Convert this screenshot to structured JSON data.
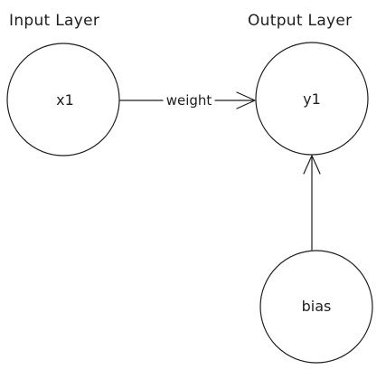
{
  "labels": {
    "input_layer": "Input Layer",
    "output_layer": "Output Layer"
  },
  "nodes": {
    "input": "x1",
    "output": "y1",
    "bias": "bias"
  },
  "edges": {
    "input_to_output": "weight"
  },
  "colors": {
    "stroke": "#1e1e1e",
    "background": "#ffffff"
  }
}
